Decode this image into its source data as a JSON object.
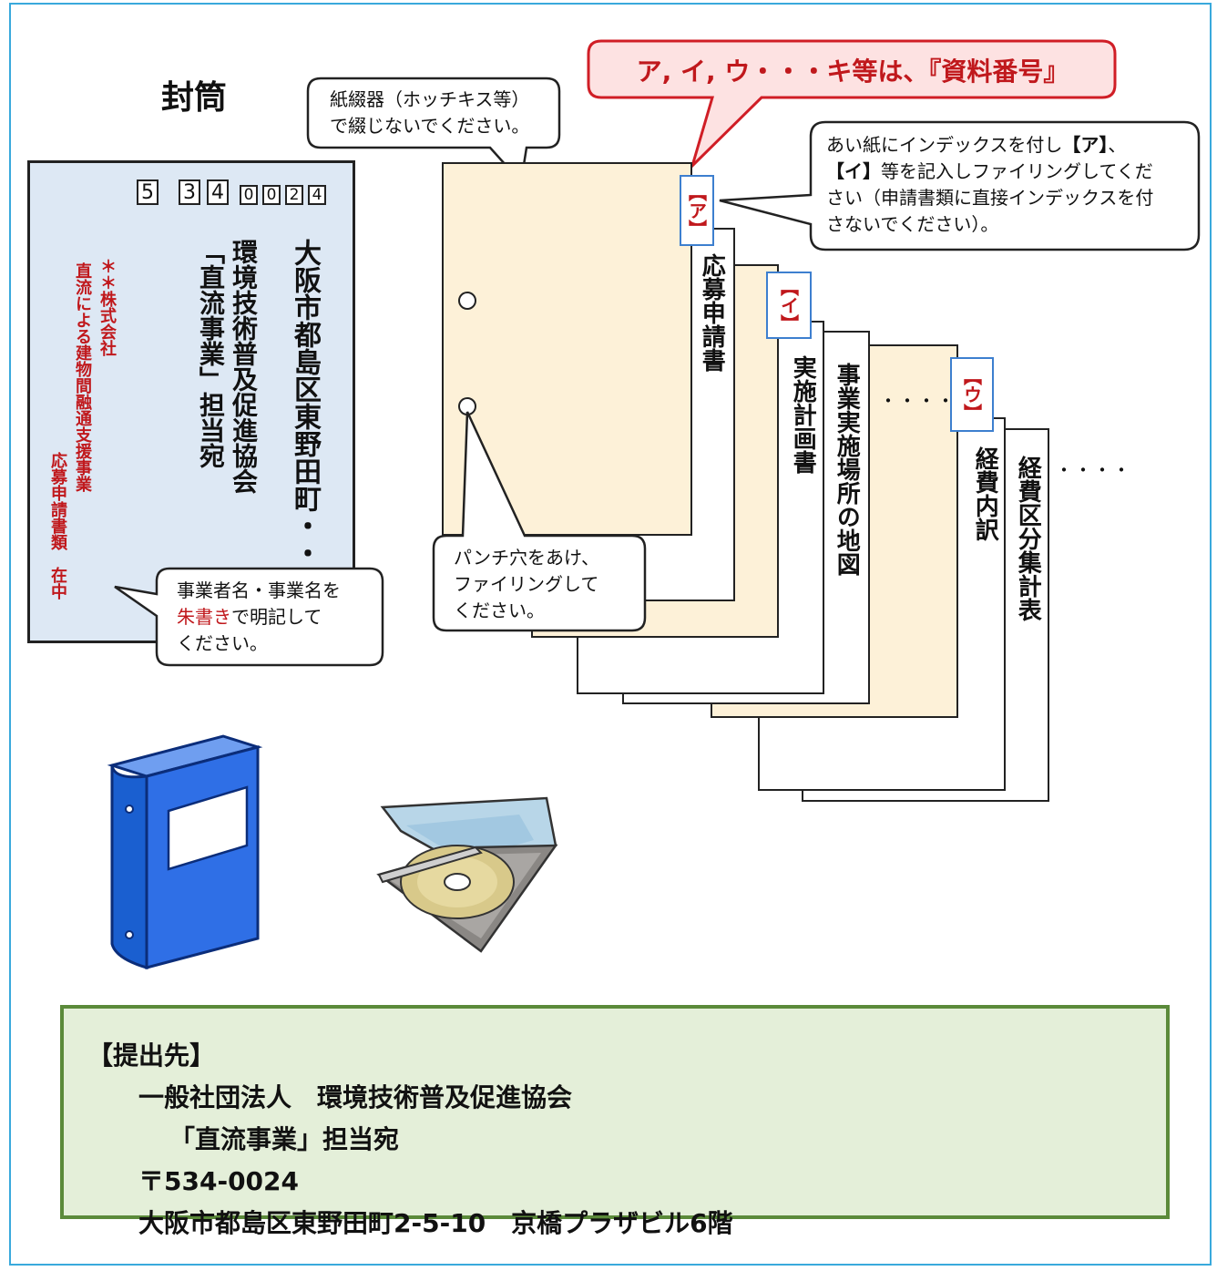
{
  "envelope": {
    "heading": "封筒",
    "zip_large": [
      "5",
      "3",
      "4"
    ],
    "zip_small": [
      "0",
      "0",
      "2",
      "4"
    ],
    "address_line": "大阪市都島区東野田町・・・",
    "org_line": "環境技術普及促進協会",
    "attn_line": "「直流事業」担当宛",
    "sender_company": "＊＊株式会社",
    "sender_project": "直流による建物間融通支援事業",
    "sender_doc": "応募申請書類　在中",
    "note_before": "事業者名・事業名を",
    "note_red": "朱書き",
    "note_after": "で明記して",
    "note_last": "ください。"
  },
  "callouts": {
    "stapler_line1": "紙綴器（ホッチキス等）",
    "stapler_line2": "で綴じないでください。",
    "shiryou_number": "ア, イ, ウ・・・キ等は、『資料番号』",
    "index_part1": "あい紙にインデックスを付し",
    "index_bold_a": "【ア】",
    "index_part2": "、",
    "index_bold_i": "【イ】",
    "index_part3": "等を記入しファイリングしてくだ",
    "index_line3": "さい（申請書類に直接インデックスを付",
    "index_line4": "さないでください）。",
    "punch_line1": "パンチ穴をあけ、",
    "punch_line2": "ファイリングして",
    "punch_line3": "ください。"
  },
  "documents": {
    "tab_a": "【ア】",
    "tab_i": "【イ】",
    "tab_u": "【ウ】",
    "doc1": "応募申請書",
    "doc2": "実施計画書",
    "doc3": "事業実施場所の地図",
    "ellipsis_mid": "・・・・",
    "doc4": "経費内訳",
    "doc5": "経費区分集計表",
    "ellipsis_end": "・・・・"
  },
  "submission": {
    "heading": "【提出先】",
    "org": "一般社団法人　環境技術普及促進協会",
    "attn": "「直流事業」担当宛",
    "postal": "〒534-0024",
    "address": "大阪市都島区東野田町2-5-10　京橋プラザビル6階"
  },
  "colors": {
    "frame": "#39a9dc",
    "envelope_fill": "#dde8f4",
    "accent_red": "#c0181c",
    "paper_beige": "#fdf1d8",
    "submission_fill": "#e4efd9",
    "submission_border": "#5b8a3a",
    "binder_blue": "#1a5fd0"
  },
  "icons": [
    "binder-icon",
    "cd-case-icon"
  ]
}
